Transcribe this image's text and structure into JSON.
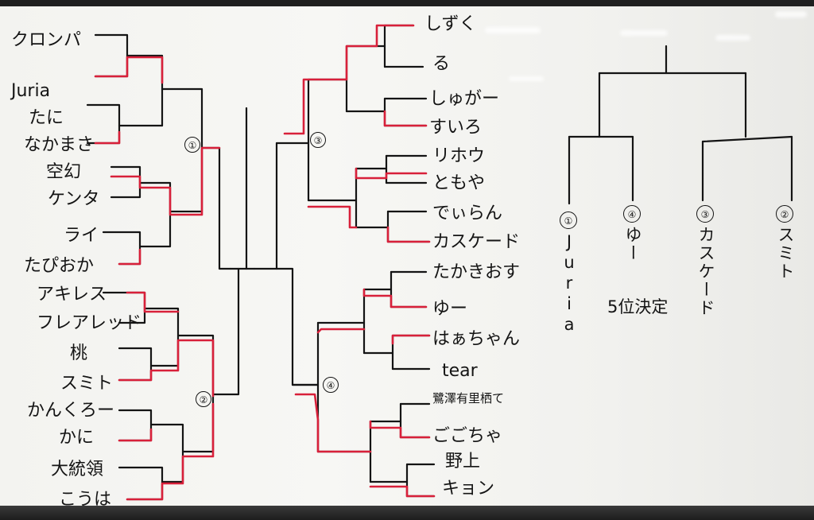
{
  "left_bracket": {
    "entrants": [
      "クロンパ",
      "Juria",
      "たに",
      "なかまさ",
      "空幻",
      "ケンタ",
      "ライ",
      "たぴおか",
      "アキレス",
      "フレアレッド",
      "桃",
      "スミト",
      "かんくろー",
      "かに",
      "大統領",
      "こうは"
    ],
    "block_labels": [
      "①",
      "②"
    ]
  },
  "right_bracket": {
    "entrants": [
      "しずく",
      "る",
      "しゅがー",
      "すいろ",
      "リホウ",
      "ともや",
      "でぃらん",
      "カスケード",
      "たかきおす",
      "ゆー",
      "はぁちゃん",
      "tear",
      "鷺澤有里栖て",
      "ごごちゃ",
      "野上",
      "キョン"
    ],
    "block_labels": [
      "③",
      "④"
    ]
  },
  "final_bracket": {
    "seeds": [
      "①",
      "④",
      "③",
      "②"
    ],
    "names": [
      "Juria",
      "ゆー",
      "カスケード",
      "スミト"
    ],
    "note": "5位決定"
  },
  "colors": {
    "ink": "#141414",
    "winner": "#d8203a",
    "board": "#f3f3f0"
  }
}
